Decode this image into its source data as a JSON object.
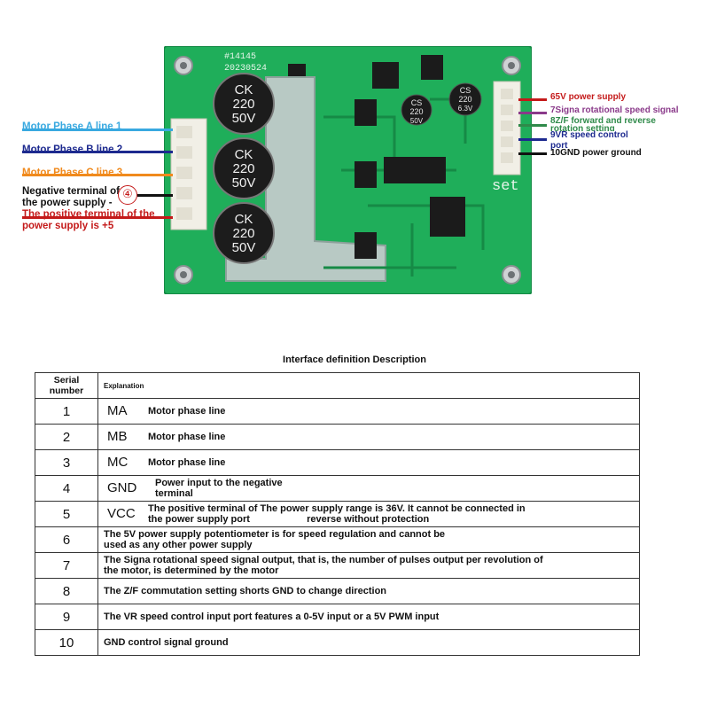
{
  "board": {
    "board_id": "#14145",
    "board_date": "20230524",
    "cap_big": [
      "CK",
      "220",
      "50V"
    ],
    "cap_small_left": [
      "CS",
      "220",
      "50V"
    ],
    "cap_small_right": [
      "CS",
      "220",
      "6.3V"
    ],
    "silk_set": "set",
    "colors": {
      "pcb": "#1fae5a",
      "pcb_dark": "#168a46",
      "connector": "#f1efe6"
    }
  },
  "labels_left": [
    {
      "text": "Motor Phase A line 1",
      "color": "#39a9e0"
    },
    {
      "text": "Motor Phase B line 2",
      "color": "#1d2a8f"
    },
    {
      "text": "Motor Phase C line 3",
      "color": "#f08a1d"
    },
    {
      "text": "Negative terminal of",
      "color": "#111111"
    },
    {
      "text": "the power supply -",
      "color": "#111111"
    },
    {
      "text": "The positive terminal of the",
      "color": "#c41a1a"
    },
    {
      "text": "power supply is +5",
      "color": "#c41a1a"
    }
  ],
  "circled_number": "④",
  "labels_right": [
    {
      "text": "65V power supply",
      "color": "#c41a1a"
    },
    {
      "text": "7Signa rotational speed signal",
      "color": "#8a3a8a"
    },
    {
      "text": "8Z/F forward and reverse",
      "color": "#2f8a4a"
    },
    {
      "text": "rotation setting",
      "color": "#2f8a4a"
    },
    {
      "text": "9VR speed control",
      "color": "#1d2a8f"
    },
    {
      "text": "port",
      "color": "#1d2a8f"
    },
    {
      "text": "10GND power ground",
      "color": "#111111"
    }
  ],
  "table": {
    "title": "Interface definition Description",
    "header_serial": [
      "Serial",
      "number"
    ],
    "header_explanation": "Explanation",
    "rows": [
      {
        "num": "1",
        "code": "MA",
        "lines": [
          "Motor phase line"
        ]
      },
      {
        "num": "2",
        "code": "MB",
        "lines": [
          "Motor phase line"
        ]
      },
      {
        "num": "3",
        "code": "MC",
        "lines": [
          "Motor phase line"
        ]
      },
      {
        "num": "4",
        "code": "GND",
        "lines": [
          "Power input to the negative",
          "terminal"
        ]
      },
      {
        "num": "5",
        "code": "VCC",
        "lines": [
          "The positive terminal of The power supply range is 36V. It cannot be connected in",
          "the power supply port                     reverse without protection"
        ]
      },
      {
        "num": "6",
        "code": "",
        "lines": [
          "The 5V power supply potentiometer is for speed regulation and cannot be",
          "used as any other power supply"
        ]
      },
      {
        "num": "7",
        "code": "",
        "lines": [
          "The Signa rotational speed signal output, that is, the number of pulses output per revolution of",
          "the motor, is determined by the motor"
        ]
      },
      {
        "num": "8",
        "code": "",
        "lines": [
          "The Z/F commutation setting shorts GND to change direction"
        ]
      },
      {
        "num": "9",
        "code": "",
        "lines": [
          "The VR speed control input port features a 0-5V input or a 5V PWM input"
        ]
      },
      {
        "num": "10",
        "code": "",
        "lines": [
          "GND control signal ground"
        ]
      }
    ]
  }
}
